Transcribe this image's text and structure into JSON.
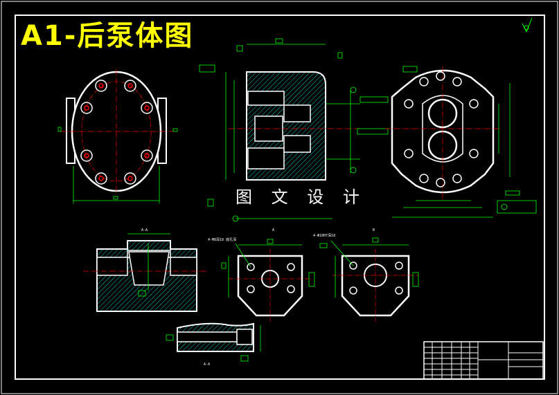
{
  "drawing": {
    "title": "A1-后泵体图",
    "watermark": "图 文 设 计",
    "labels": {
      "section_left": "A-A",
      "section_bottom": "A-A",
      "view_a": "A",
      "view_b": "B",
      "hole_note_left": "4-M8深18 底孔深",
      "hole_note_right": "4-Φ10H7深18"
    },
    "colors": {
      "background": "#000000",
      "outline": "#ffffff",
      "center_line": "#ff0000",
      "dimension": "#00ff00",
      "hatch": "#00cccc",
      "title": "#ffff00"
    }
  }
}
